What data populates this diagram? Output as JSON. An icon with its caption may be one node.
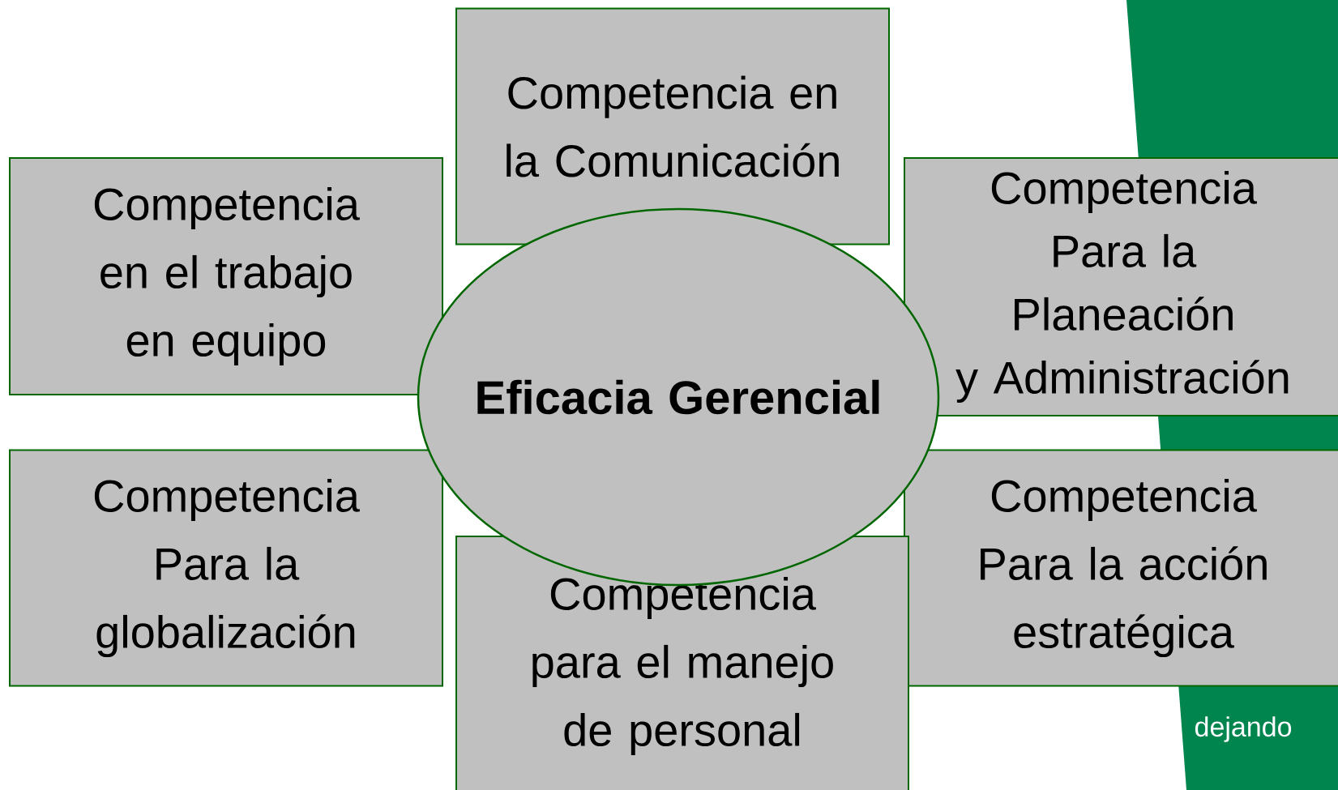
{
  "diagram": {
    "nodes": [
      {
        "text": [
          "Competencia en la Comunicación"
        ]
      },
      {
        "text": [
          "Competencia en el trabajo en equipo"
        ]
      },
      {
        "text": [
          "Competencia Para la Planeación y Administración"
        ]
      },
      {
        "text": [
          "Eficacia Gerencial"
        ]
      },
      {
        "text": [
          "Competencia Para la globalización"
        ]
      },
      {
        "text": [
          "Competencia Para la acción estratégica"
        ]
      },
      {
        "text": [
          "Competencia para el manejo de personal"
        ]
      }
    ],
    "edges": [],
    "labels": [
      "dejando"
    ]
  }
}
